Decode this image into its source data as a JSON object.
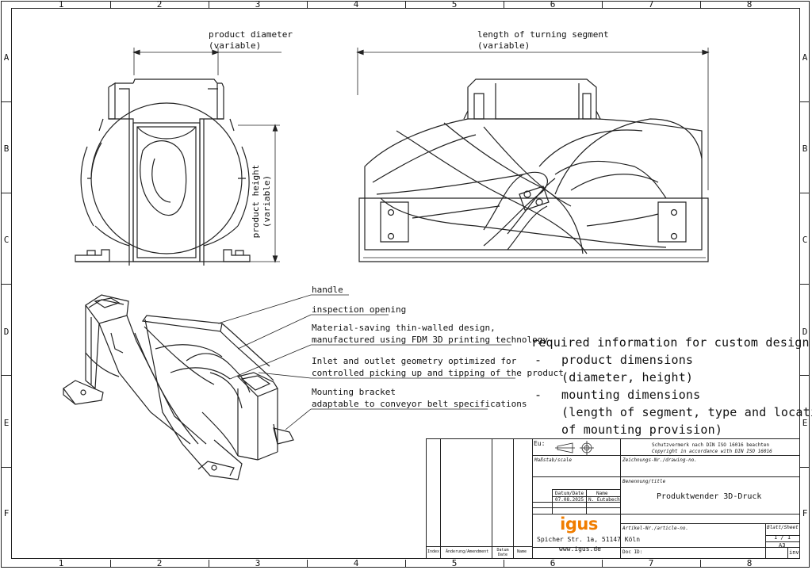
{
  "zones": {
    "columns": [
      "1",
      "2",
      "3",
      "4",
      "5",
      "6",
      "7",
      "8"
    ],
    "rows": [
      "A",
      "B",
      "C",
      "D",
      "E",
      "F"
    ]
  },
  "dimensions": {
    "product_diameter": [
      "product diameter",
      "(variable)"
    ],
    "turning_segment": [
      "length of turning segment",
      "(variable)"
    ],
    "product_height": [
      "product height",
      "(variable)"
    ]
  },
  "callouts": [
    {
      "lines": [
        "handle"
      ]
    },
    {
      "lines": [
        "inspection opening"
      ]
    },
    {
      "lines": [
        "Material-saving thin-walled design,",
        "manufactured using FDM 3D printing technology"
      ]
    },
    {
      "lines": [
        "Inlet and outlet geometry optimized for",
        "controlled picking up and tipping of the product"
      ]
    },
    {
      "lines": [
        "Mounting bracket",
        "adaptable to conveyor belt specifications"
      ]
    }
  ],
  "requirements": {
    "heading": "required information for custom design:",
    "items": [
      {
        "bullet": "-",
        "lines": [
          "product dimensions",
          "(diameter, height)"
        ]
      },
      {
        "bullet": "-",
        "lines": [
          "mounting dimensions",
          "(length of segment, type and location",
          "of mounting provision)"
        ]
      }
    ]
  },
  "title_block": {
    "eu_label": "Eu:",
    "protection_note": "Schutzvermerk nach DIN ISO 16016 beachten",
    "copyright_note": "Copyright in accordance with DIN ISO 16016",
    "drawing_no_label": "Zeichnungs-Nr./drawing-no.",
    "scale_label": "Maßstab/scale",
    "title_label": "Benennung/title",
    "title_value": "Produktwender 3D-Druck",
    "date_label": "Datum/Date",
    "name_label": "Name",
    "date_value": "07.08.2025",
    "name_value": "N. Eutabech",
    "company_logo": "igus",
    "company_address": "Spicher Str. 1a, 51147 Köln",
    "company_web": "www.igus.de",
    "article_label": "Artikel-Nr./article-no.",
    "doc_label": "Doc ID:",
    "sheet_label": "Blatt/Sheet",
    "sheet_value": "1 / 1",
    "format_value": "A3",
    "inv_label": "inv",
    "rev_headers": [
      "Index",
      "Änderung/Amendment",
      "Datum Date",
      "Name"
    ]
  },
  "colors": {
    "line": "#222222",
    "logo": "#f07d00"
  }
}
